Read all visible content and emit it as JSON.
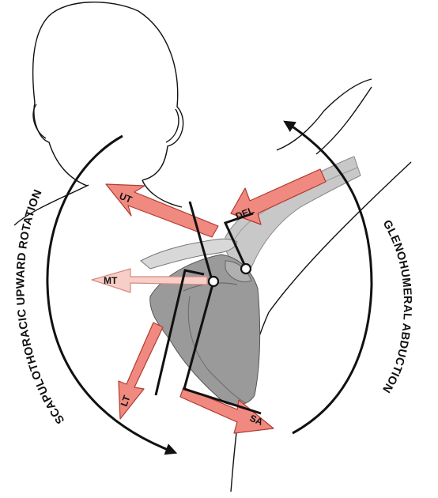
{
  "labels": {
    "left_arc": "SCAPULOTHORACIC UPWARD ROTATION",
    "right_arc": "GLENOHUMERAL ABDUCTION",
    "muscles": {
      "ut": "UT",
      "del": "DEL",
      "mt": "MT",
      "lt": "LT",
      "sa": "SA"
    }
  },
  "colors": {
    "force_arrow": "#f08a80",
    "force_arrow_light": "#f8cfc8",
    "arrow_outline": "#b33a30",
    "scapula_fill": "#9a9a9a",
    "humerus_fill": "#c8c8c8",
    "outline": "#111111"
  }
}
